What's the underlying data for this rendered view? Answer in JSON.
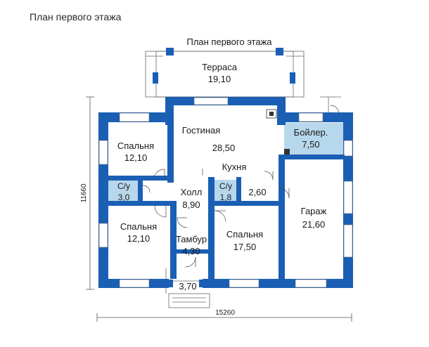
{
  "page": {
    "title": "План первого этажа"
  },
  "plan": {
    "title": "План первого этажа",
    "dimensions": {
      "width": "15260",
      "height": "11660"
    },
    "rooms": [
      {
        "name": "Терраса",
        "area": "19,10"
      },
      {
        "name": "Гостиная",
        "area": "28,50"
      },
      {
        "name": "Кухня",
        "area": ""
      },
      {
        "name": "Бойлер.",
        "area": "7,50"
      },
      {
        "name": "Спальня",
        "area": "12,10"
      },
      {
        "name": "С/у",
        "area": "3,0"
      },
      {
        "name": "Холл",
        "area": "8,90"
      },
      {
        "name": "С/у",
        "area": "1,8"
      },
      {
        "name": "",
        "area": "2,60"
      },
      {
        "name": "Гараж",
        "area": "21,60"
      },
      {
        "name": "Спальня",
        "area": "12,10"
      },
      {
        "name": "Тамбур",
        "area": "4,30"
      },
      {
        "name": "Спальня",
        "area": "17,50"
      },
      {
        "name": "",
        "area": "3,70"
      }
    ]
  },
  "colors": {
    "wall": "#1a5fb4",
    "accent_room": "#b7d7ec",
    "line": "#333333"
  }
}
